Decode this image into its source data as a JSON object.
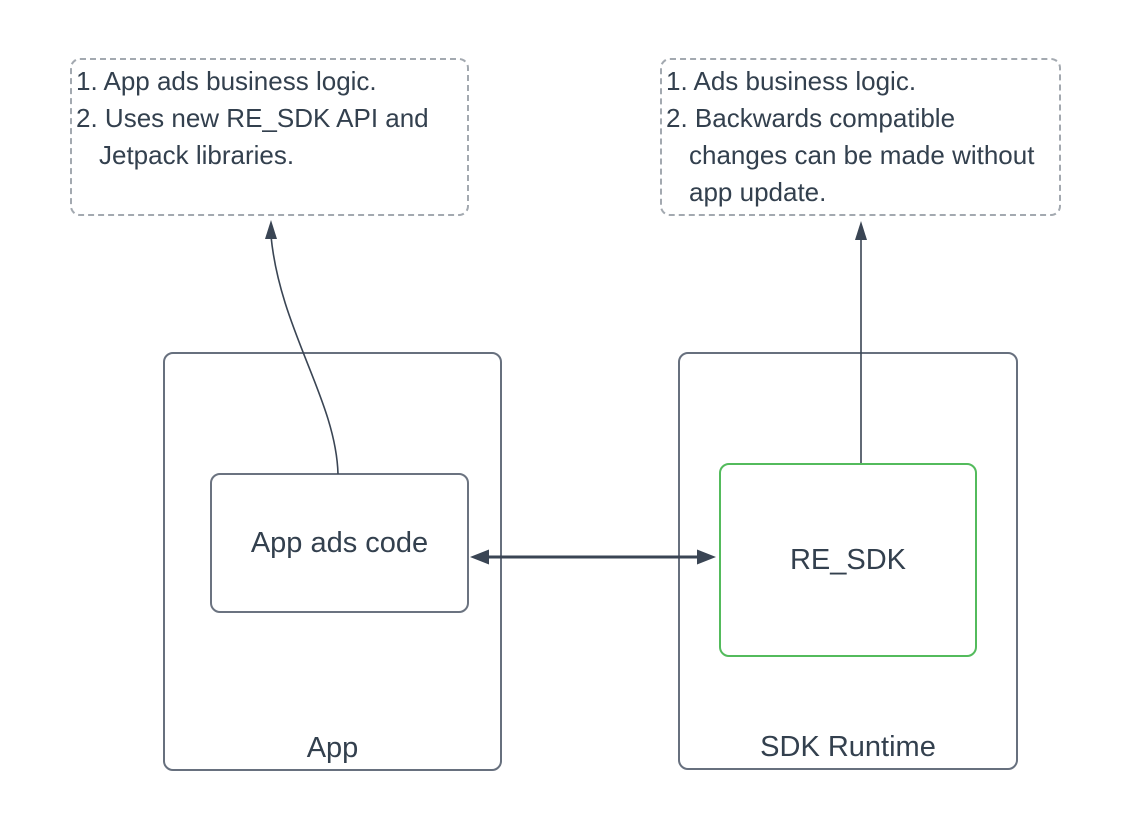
{
  "diagram": {
    "notes": {
      "left": {
        "items": [
          {
            "text": "App ads business logic."
          },
          {
            "text": "Uses new RE_SDK API and Jetpack libraries."
          }
        ]
      },
      "right": {
        "items": [
          {
            "text": "Ads business logic."
          },
          {
            "text": "Backwards compatible changes can be made without app update."
          }
        ]
      }
    },
    "containers": {
      "app": {
        "label": "App"
      },
      "sdk_runtime": {
        "label": "SDK Runtime"
      }
    },
    "nodes": {
      "app_ads_code": {
        "label": "App ads code"
      },
      "re_sdk": {
        "label": "RE_SDK"
      }
    },
    "colors": {
      "text_dark": "#33404e",
      "border_gray": "#67707e",
      "inner_border_gray": "#6b7380",
      "accent_green": "#53bb5c",
      "dashed_gray": "#a3a9b0",
      "arrow_dark": "#3a4554",
      "background": "#ffffff"
    }
  }
}
